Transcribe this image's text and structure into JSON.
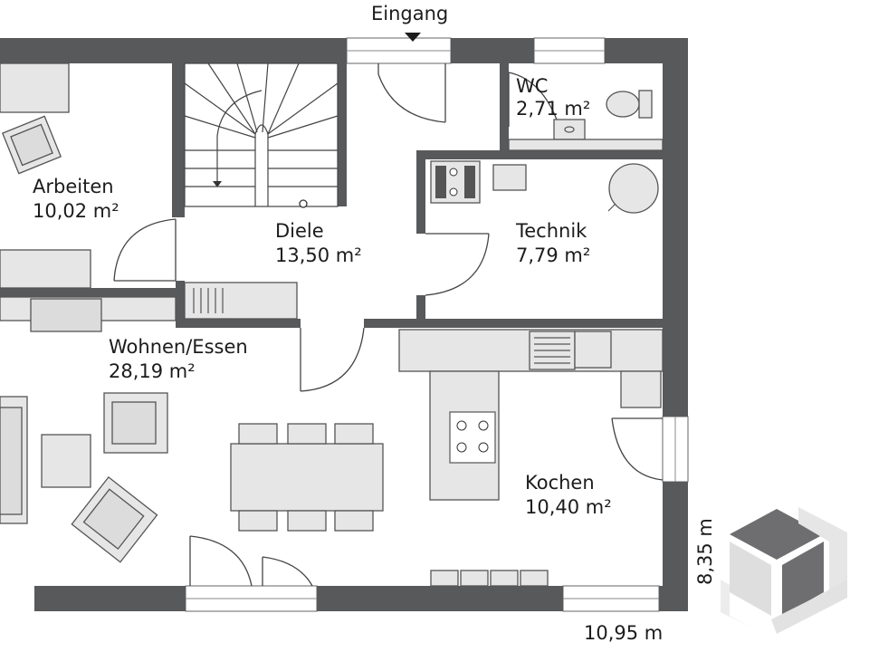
{
  "entrance": {
    "label": "Eingang"
  },
  "rooms": [
    {
      "id": "arbeiten",
      "name": "Arbeiten",
      "area": "10,02 m²"
    },
    {
      "id": "wc",
      "name": "WC",
      "area": "2,71 m²"
    },
    {
      "id": "diele",
      "name": "Diele",
      "area": "13,50 m²"
    },
    {
      "id": "technik",
      "name": "Technik",
      "area": "7,79 m²"
    },
    {
      "id": "wohnen-essen",
      "name": "Wohnen/Essen",
      "area": "28,19 m²"
    },
    {
      "id": "kochen",
      "name": "Kochen",
      "area": "10,40 m²"
    }
  ],
  "dimensions": {
    "width": "10,95 m",
    "depth": "8,35 m"
  },
  "colors": {
    "wall": "#58595b",
    "furniture": "#e6e6e6",
    "logo_dark": "#6e6e70",
    "logo_light": "#e4e4e4"
  },
  "logo": {
    "icon": "cube-logo-icon"
  }
}
